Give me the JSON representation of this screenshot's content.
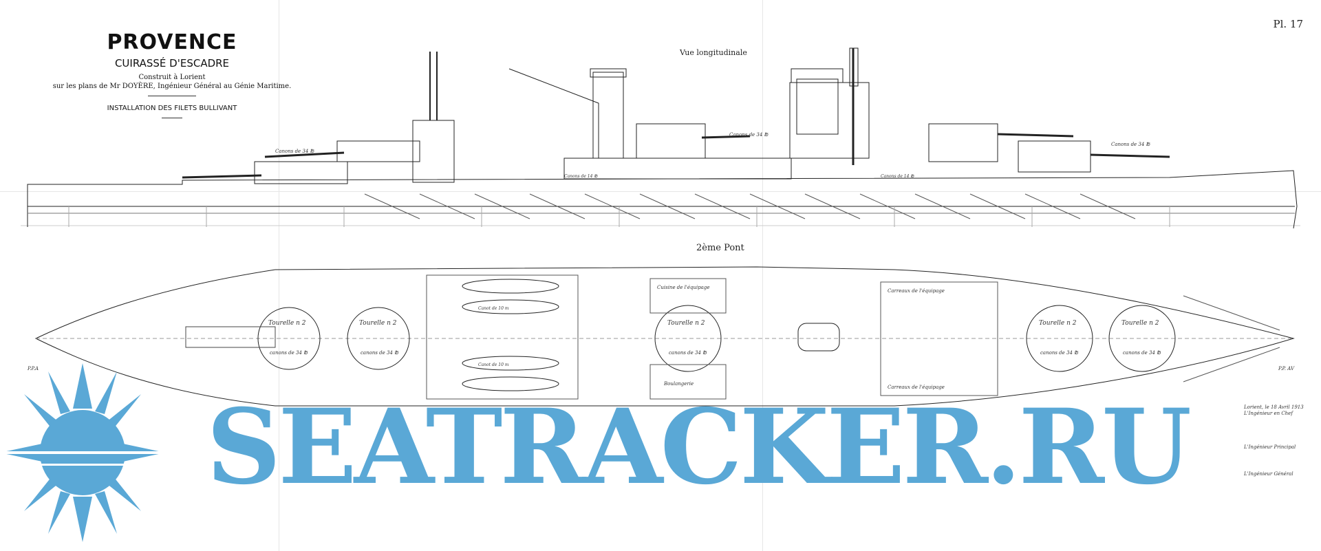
{
  "title": {
    "ship_name": "PROVENCE",
    "ship_type": "CUIRASSÉ D'ESCADRE",
    "built": "Construit à Lorient",
    "designer": "sur les plans de Mr DOYÈRE, Ingénieur Général au Génie Maritime.",
    "installation": "INSTALLATION DES FILETS BULLIVANT"
  },
  "plate_number": "Pl. 17",
  "views": {
    "longitudinal": "Vue longitudinale",
    "deck": "2ème Pont"
  },
  "profile_labels": {
    "gun_left": "Canons de 34 ℔",
    "gun_center": "Canons de 34 ℔",
    "gun_right": "Canons de 34 ℔",
    "casemate_left": "Canons de 14 ℔",
    "casemate_right": "Canons de 14 ℔"
  },
  "deck_labels": {
    "turret_1": "Tourelle n 2",
    "turret_1_gun": "canons de 34 ℔",
    "turret_2": "Tourelle n 2",
    "turret_2_gun": "canons de 34 ℔",
    "turret_3": "Tourelle n 2",
    "turret_3_gun": "canons de 34 ℔",
    "turret_4": "Tourelle n 2",
    "turret_4_gun": "canons de 34 ℔",
    "turret_5": "Tourelle n 2",
    "turret_5_gun": "canons de 34 ℔",
    "crew_top": "Carreaux de l'équipage",
    "crew_bottom": "Carreaux de l'équipage",
    "bakery": "Boulangerie",
    "galley": "Cuisine de l'équipage",
    "boat_1": "Canot de 10 m",
    "boat_2": "Canot de 10 m",
    "pp_aft": "P.P.A",
    "pp_fwd": "P.P. AV"
  },
  "signatures": {
    "place_date": "Lorient, le 18 Avril 1913",
    "chief_engineer": "L'Ingénieur en Chef",
    "principal_engineer": "L'Ingénieur Principal",
    "general_engineer": "L'Ingénieur Général"
  },
  "watermark": "SEATRACKER.RU",
  "colors": {
    "watermark": "#5aa8d6",
    "ink": "#222222",
    "fold": "#e6e6e6"
  }
}
